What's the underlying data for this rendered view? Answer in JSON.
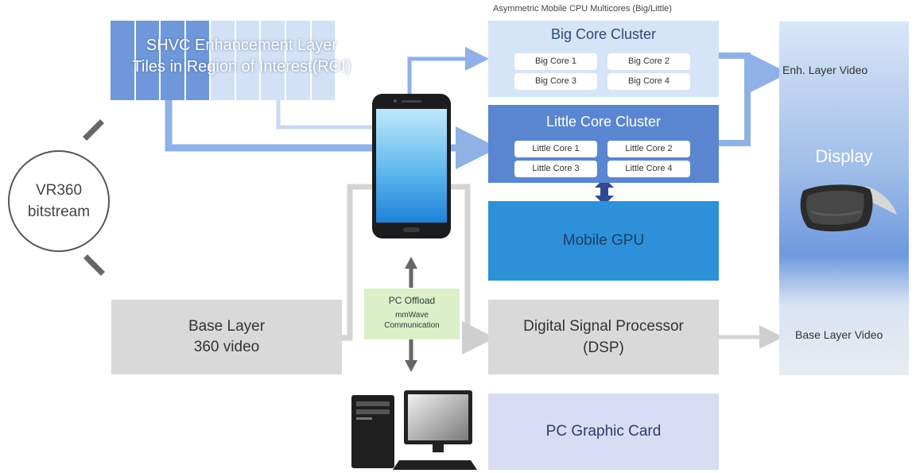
{
  "input": {
    "line1": "VR360",
    "line2": "bitstream"
  },
  "enhancement_layer": {
    "line1": "SHVC Enhancement Layer",
    "line2": "Tiles in Region of Interest(ROI)"
  },
  "base_layer": {
    "line1": "Base Layer",
    "line2": "360 video"
  },
  "cpu": {
    "title": "Asymmetric Mobile CPU Multicores (Big/Little)",
    "big_cluster": {
      "title": "Big Core Cluster",
      "cores": [
        "Big Core 1",
        "Big Core 2",
        "Big Core 3",
        "Big Core 4"
      ]
    },
    "little_cluster": {
      "title": "Little Core Cluster",
      "cores": [
        "Little Core 1",
        "Little Core 2",
        "Little Core 3",
        "Little Core 4"
      ]
    }
  },
  "gpu": {
    "label": "Mobile GPU"
  },
  "dsp": {
    "line1": "Digital Signal Processor",
    "line2": "(DSP)"
  },
  "pc_graphic": {
    "label": "PC Graphic Card"
  },
  "offload": {
    "line1": "PC Offload",
    "line2": "mmWave",
    "line3": "Communication"
  },
  "display": {
    "label": "Display",
    "enh_video": "Enh. Layer Video",
    "base_video": "Base Layer Video"
  },
  "colors": {
    "big_cluster": "#d5e4f6",
    "little_cluster": "#5a86d1",
    "gpu": "#2d91d9",
    "dsp": "#d9d9d9",
    "pc_graphic": "#d9dcf4",
    "offload": "#dbefc8",
    "roi_tiles": [
      "#6f98db",
      "#6f98db",
      "#6f98db",
      "#6f98db",
      "#d2e1f6",
      "#d2e1f6",
      "#d2e1f6",
      "#d2e1f6",
      "#d2e1f6"
    ]
  },
  "icons": [
    "smartphone-icon",
    "desktop-pc-icon",
    "vr-headset-icon",
    "chevron-arrow-icon"
  ]
}
